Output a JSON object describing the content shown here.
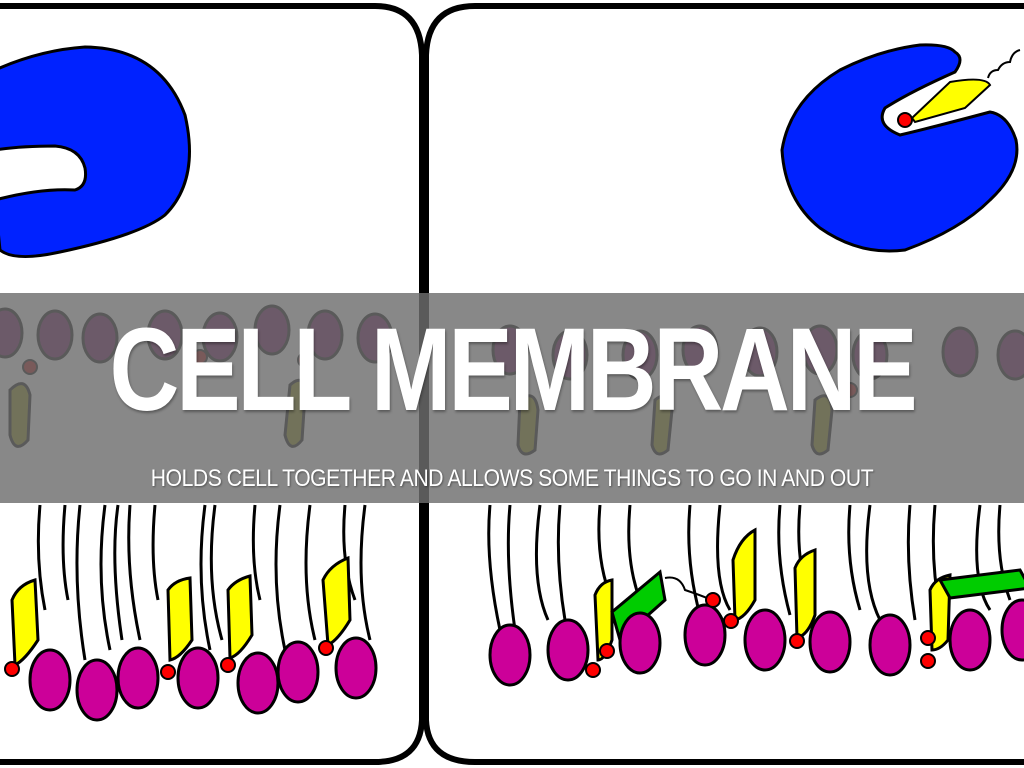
{
  "slide": {
    "title": "CELL MEMBRANE",
    "subtitle": "HOLDS CELL TOGETHER AND ALLOWS SOME THINGS TO GO IN AND OUT"
  },
  "illustration": {
    "panels": [
      {
        "name": "left-panel",
        "content": "receptor protein (empty) above phospholipid bilayer"
      },
      {
        "name": "right-panel",
        "content": "receptor protein bound to signal molecule above phospholipid bilayer with green proteins"
      }
    ],
    "colors": {
      "protein": "#0022ff",
      "head_lower": "#cc0099",
      "head_upper": "#660055",
      "cholesterol": "#ffff00",
      "cholesterol_dim": "#888800",
      "green_protein": "#00cc00",
      "red_dot": "#ff0000",
      "overlay": "#6e6e6e",
      "text": "#ffffff"
    }
  }
}
